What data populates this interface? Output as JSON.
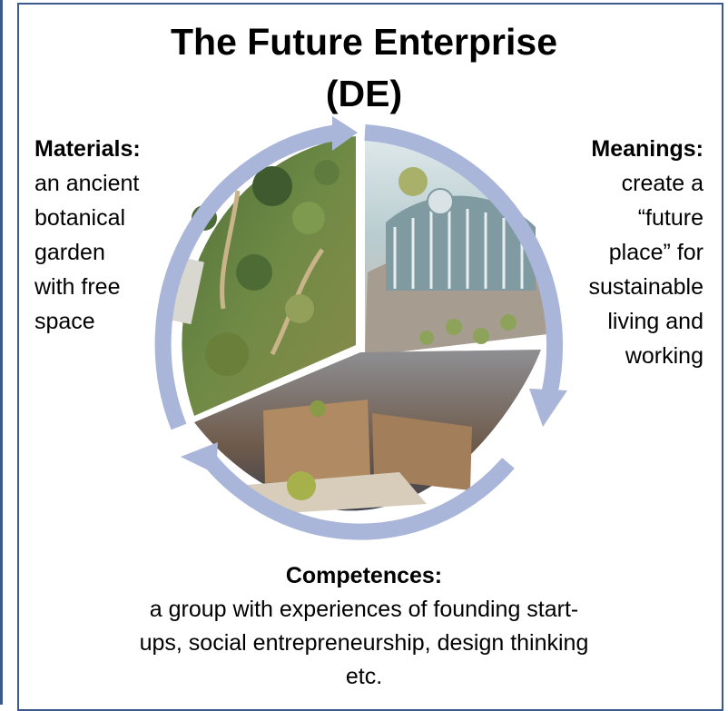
{
  "title": {
    "line1": "The Future Enterprise",
    "line2": "(DE)"
  },
  "materials": {
    "heading": "Materials:",
    "lines": [
      "an ancient",
      "botanical",
      "garden",
      "with free",
      "space"
    ]
  },
  "meanings": {
    "heading": "Meanings:",
    "lines": [
      "create a",
      "“future",
      "place” for",
      "sustainable",
      "living and",
      "working"
    ]
  },
  "competences": {
    "heading": "Competences:",
    "lines": [
      "a group with experiences of founding start-",
      "ups, social entrepreneurship, design thinking",
      "etc."
    ]
  },
  "colors": {
    "cycle_arrow": "#a9b5d9",
    "frame": "#3b5a8c"
  }
}
